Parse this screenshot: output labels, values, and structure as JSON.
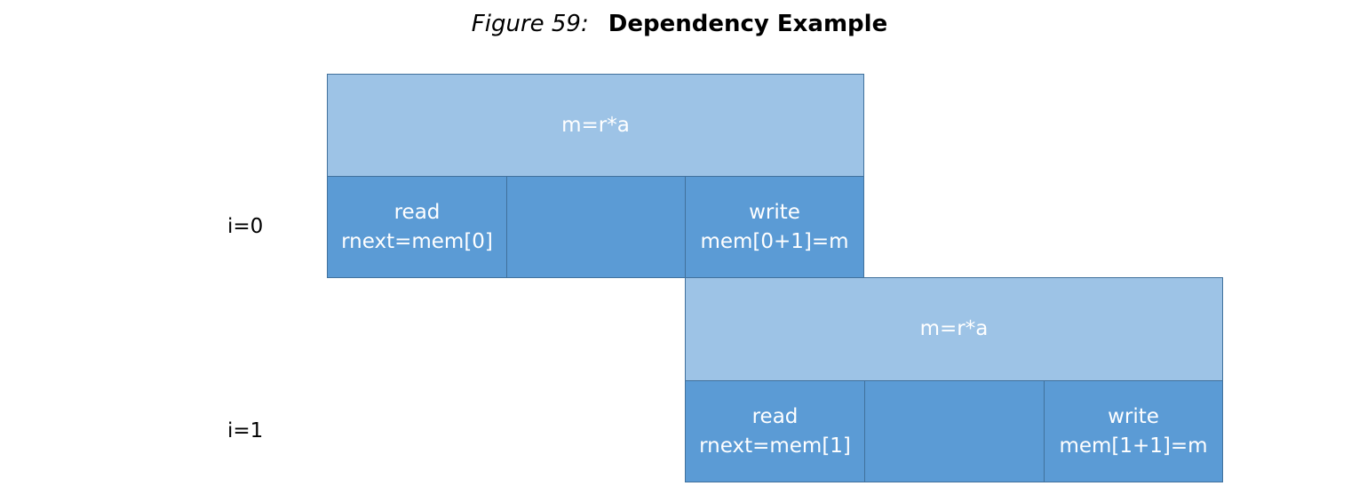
{
  "caption": {
    "label": "Figure 59:",
    "title": "Dependency Example"
  },
  "iterations": [
    {
      "row_label": "i=0",
      "compute": "m=r*a",
      "read": {
        "line1": "read",
        "line2": "rnext=mem[0]"
      },
      "middle": "",
      "write": {
        "line1": "write",
        "line2": "mem[0+1]=m"
      }
    },
    {
      "row_label": "i=1",
      "compute": "m=r*a",
      "read": {
        "line1": "read",
        "line2": "rnext=mem[1]"
      },
      "middle": "",
      "write": {
        "line1": "write",
        "line2": "mem[1+1]=m"
      }
    }
  ],
  "colors": {
    "compute_fill": "#9dc3e6",
    "stage_fill": "#5b9bd5",
    "border": "#41719c"
  }
}
